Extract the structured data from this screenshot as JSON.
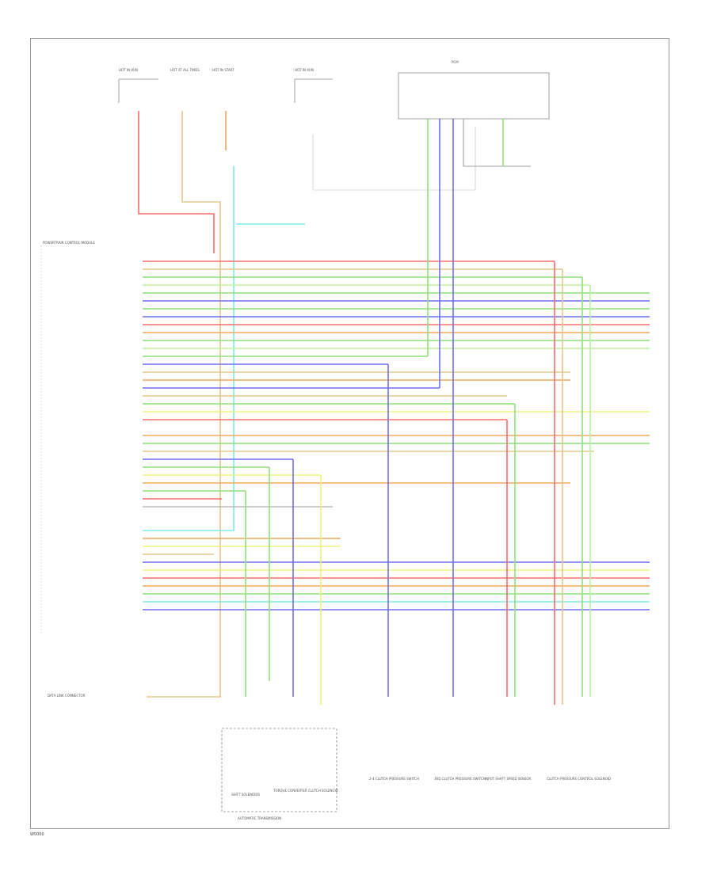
{
  "diagram": {
    "footer_code": "W0000",
    "wire_colors": {
      "red": "#ff6b6b",
      "tan": "#e2c78d",
      "orange": "#f2a65a",
      "green": "#8fe07a",
      "blue": "#6e6ef0",
      "yellow": "#f0f07a",
      "cyan": "#7ee8e8",
      "light_green": "#b9f0a0",
      "gray": "#bdbdbd"
    },
    "connectors": {
      "top_left_a": "HOT IN RUN",
      "top_left_b": "HOT AT ALL TIMES",
      "top_mid_a": "HOT IN START",
      "top_mid_b": "HOT IN RUN",
      "top_right": "PCM"
    },
    "bottom_labels": {
      "transmission": "AUTOMATIC TRANSMISSION",
      "shift_solenoids": "SHIFT SOLENOIDS",
      "torque_converter": "TORQUE CONVERTER CLUTCH SOLENOID",
      "sensor_1": "2-4 CLUTCH PRESSURE SWITCH",
      "sensor_2": "3RD CLUTCH PRESSURE SWITCH",
      "sensor_3": "INPUT SHAFT SPEED SENSOR",
      "sensor_4": "CLUTCH PRESSURE CONTROL SOLENOID"
    },
    "left_block_label": "POWERTRAIN CONTROL MODULE",
    "lower_left_label": "DATA LINK CONNECTOR"
  }
}
